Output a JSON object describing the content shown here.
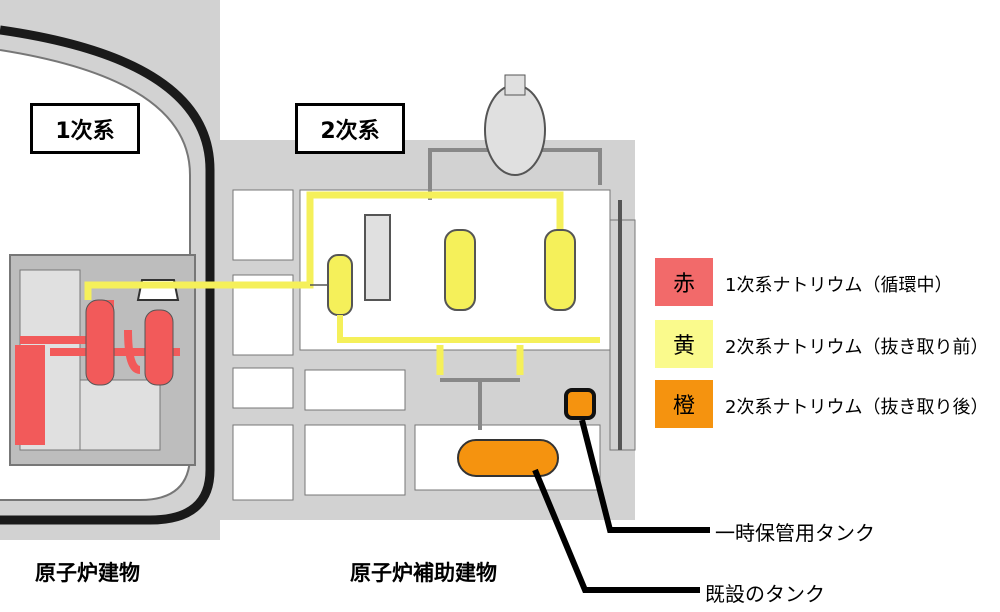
{
  "labels": {
    "primary_system": "1次系",
    "secondary_system": "2次系",
    "reactor_building": "原子炉建物",
    "reactor_aux_building": "原子炉補助建物"
  },
  "legend": [
    {
      "swatch": "赤",
      "text": "1次系ナトリウム（循環中）",
      "color": "#f26a6a"
    },
    {
      "swatch": "黄",
      "text": "2次系ナトリウム（抜き取り前）",
      "color": "#fafa8c"
    },
    {
      "swatch": "橙",
      "text": "2次系ナトリウム（抜き取り後）",
      "color": "#f5930f"
    }
  ],
  "callouts": {
    "temporary_tank": "一時保管用タンク",
    "existing_tank": "既設のタンク"
  },
  "colors": {
    "structure_gray": "#d2d2d2",
    "outline": "#555555",
    "primary_red": "#f25a5a",
    "secondary_yellow": "#f5f05a",
    "drained_orange": "#f5930f"
  }
}
